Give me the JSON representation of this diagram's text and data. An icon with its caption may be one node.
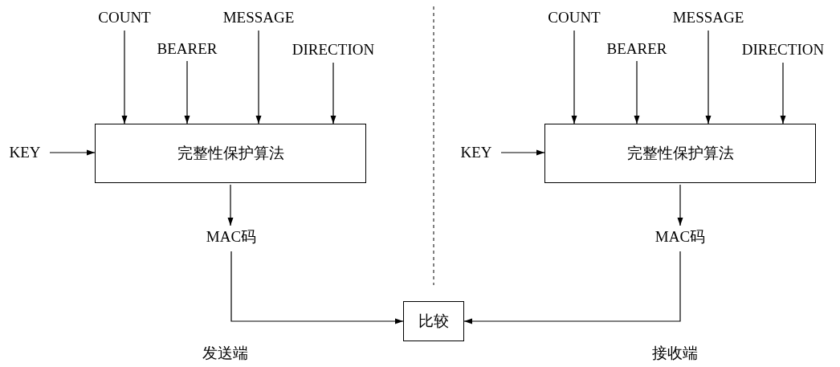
{
  "diagram": {
    "nodes": [
      {
        "text": [
          "COUNT"
        ]
      },
      {
        "text": [
          "BEARER"
        ]
      },
      {
        "text": [
          "MESSAGE"
        ]
      },
      {
        "text": [
          "DIRECTION"
        ]
      },
      {
        "text": [
          "KEY"
        ]
      },
      {
        "text": [
          "完整性保护算法"
        ]
      },
      {
        "text": [
          "MAC码"
        ]
      },
      {
        "text": [
          "COUNT"
        ]
      },
      {
        "text": [
          "BEARER"
        ]
      },
      {
        "text": [
          "MESSAGE"
        ]
      },
      {
        "text": [
          "DIRECTION"
        ]
      },
      {
        "text": [
          "KEY"
        ]
      },
      {
        "text": [
          "完整性保护算法"
        ]
      },
      {
        "text": [
          "MAC码"
        ]
      },
      {
        "text": [
          "比较"
        ]
      }
    ],
    "edges": [
      {
        "from": 0,
        "to": 5,
        "arrow": "to"
      },
      {
        "from": 1,
        "to": 5,
        "arrow": "to"
      },
      {
        "from": 2,
        "to": 5,
        "arrow": "to"
      },
      {
        "from": 3,
        "to": 5,
        "arrow": "to"
      },
      {
        "from": 4,
        "to": 5,
        "arrow": "to"
      },
      {
        "from": 5,
        "to": 6,
        "arrow": "to"
      },
      {
        "from": 6,
        "to": 14,
        "arrow": "to"
      },
      {
        "from": 7,
        "to": 12,
        "arrow": "to"
      },
      {
        "from": 8,
        "to": 12,
        "arrow": "to"
      },
      {
        "from": 9,
        "to": 12,
        "arrow": "to"
      },
      {
        "from": 10,
        "to": 12,
        "arrow": "to"
      },
      {
        "from": 11,
        "to": 12,
        "arrow": "to"
      },
      {
        "from": 12,
        "to": 13,
        "arrow": "to"
      },
      {
        "from": 13,
        "to": 14,
        "arrow": "to"
      }
    ],
    "labels": [
      "发送端",
      "接收端"
    ]
  }
}
